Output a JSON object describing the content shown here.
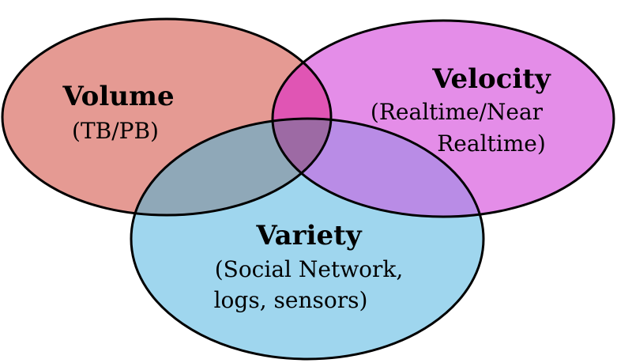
{
  "diagram": {
    "circles": [
      {
        "id": "volume",
        "title": "Volume",
        "lines": [
          "(TB/PB)"
        ],
        "fill": "#e59a93"
      },
      {
        "id": "velocity",
        "title": "Velocity",
        "lines": [
          "(Realtime/Near",
          "Realtime)"
        ],
        "fill": "#e48de8"
      },
      {
        "id": "variety",
        "title": "Variety",
        "lines": [
          "(Social Network,",
          "logs, sensors)"
        ],
        "fill": "#9fd6ee"
      }
    ],
    "overlap_colors": {
      "volume_velocity": "#e055b4",
      "volume_variety": "#8fa8b8",
      "velocity_variety": "#b98ce6",
      "all_three": "#9d6aa4"
    },
    "stroke_color": "#000000"
  }
}
